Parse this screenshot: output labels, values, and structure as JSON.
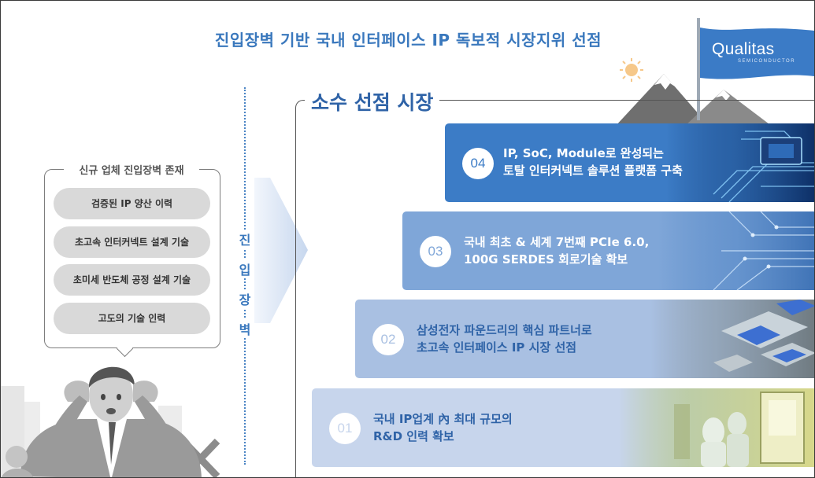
{
  "title": "진입장벽 기반 국내 인터페이스 IP 독보적 시장지위 선점",
  "logo": {
    "name": "Qualitas",
    "sub": "SEMICONDUCTOR"
  },
  "left_panel": {
    "title": "신규 업체 진입장벽 존재",
    "items": [
      "검증된 IP 양산 이력",
      "초고속 인터커넥트 설계 기술",
      "초미세 반도체 공정 설계 기술",
      "고도의 기술 인력"
    ]
  },
  "barrier": [
    "진",
    "입",
    "장",
    "벽"
  ],
  "right": {
    "heading": "소수 선점 시장",
    "items": [
      {
        "number": "04",
        "line1": "IP, SoC, Module로 완성되는",
        "line2": "토탈 인터커넥트 솔루션 플랫폼 구축"
      },
      {
        "number": "03",
        "line1": "국내 최초 & 세계 7번째 PCIe 6.0,",
        "line2": "100G SERDES 회로기술 확보"
      },
      {
        "number": "02",
        "line1": "삼성전자 파운드리의 핵심 파트너로",
        "line2": "초고속 인터페이스 IP 시장 선점"
      },
      {
        "number": "01",
        "line1": "국내 IP업계 內 최대 규모의",
        "line2": "R&D 인력 확보"
      }
    ]
  },
  "colors": {
    "accent": "#3a78bd",
    "bar4": "#3c7cc6",
    "bar3": "#7fa6d8",
    "bar2": "#a9c0e2",
    "bar1": "#c7d5ec"
  }
}
